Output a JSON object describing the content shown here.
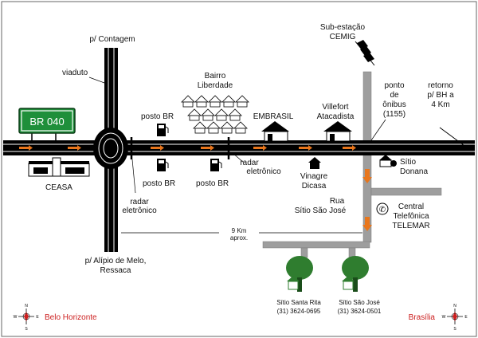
{
  "labels": {
    "to_contagem": "p/ Contagem",
    "viaduct": "viaduto",
    "br040": "BR 040",
    "ceasa": "CEASA",
    "posto_br_1": "posto BR",
    "posto_br_2": "posto BR",
    "posto_br_3": "posto BR",
    "radar_1_l1": "radar",
    "radar_1_l2": "eletrônico",
    "radar_2_l1": "radar",
    "radar_2_l2": "eletrônico",
    "bairro_l1": "Bairro",
    "bairro_l2": "Liberdade",
    "embrasil": "EMBRASIL",
    "villefort_l1": "Villefort",
    "villefort_l2": "Atacadista",
    "vinagre_l1": "Vinagre",
    "vinagre_l2": "Dicasa",
    "substation_l1": "Sub-estação",
    "substation_l2": "CEMIG",
    "bus_l1": "ponto",
    "bus_l2": "de",
    "bus_l3": "ônibus",
    "bus_l4": "(1155)",
    "retorno_l1": "retorno",
    "retorno_l2": "p/ BH a",
    "retorno_l3": "4 Km",
    "sitio_donana_l1": "Sítio",
    "sitio_donana_l2": "Donana",
    "rua_l1": "Rua",
    "rua_l2": "Sítio São José",
    "telefonica_l1": "Central",
    "telefonica_l2": "Telefônica",
    "telefonica_l3": "TELEMAR",
    "distance_l1": "9 Km",
    "distance_l2": "aprox.",
    "to_alipio_l1": "p/ Alípio de Melo,",
    "to_alipio_l2": "Ressaca",
    "santa_rita_name": "Sítio Santa Rita",
    "santa_rita_phone": "(31) 3624-0695",
    "sao_jose_name": "Sítio São José",
    "sao_jose_phone": "(31) 3624-0501",
    "belo_horizonte": "Belo Horizonte",
    "brasilia": "Brasília",
    "compass_n": "N",
    "compass_s": "S",
    "compass_e": "E",
    "compass_w": "W"
  },
  "colors": {
    "road": "#000000",
    "lane_arrow": "#e8761c",
    "local_road": "#9e9e9e",
    "sign_green": "#1f8f3a",
    "tree": "#2f7d2f",
    "city_text": "#cc1f1f"
  },
  "icons": [
    "building-icon",
    "house-icon",
    "gas-pump-icon",
    "radar-icon",
    "tree-icon",
    "phone-icon",
    "power-tower-icon",
    "compass-rose-icon",
    "sign-icon"
  ]
}
